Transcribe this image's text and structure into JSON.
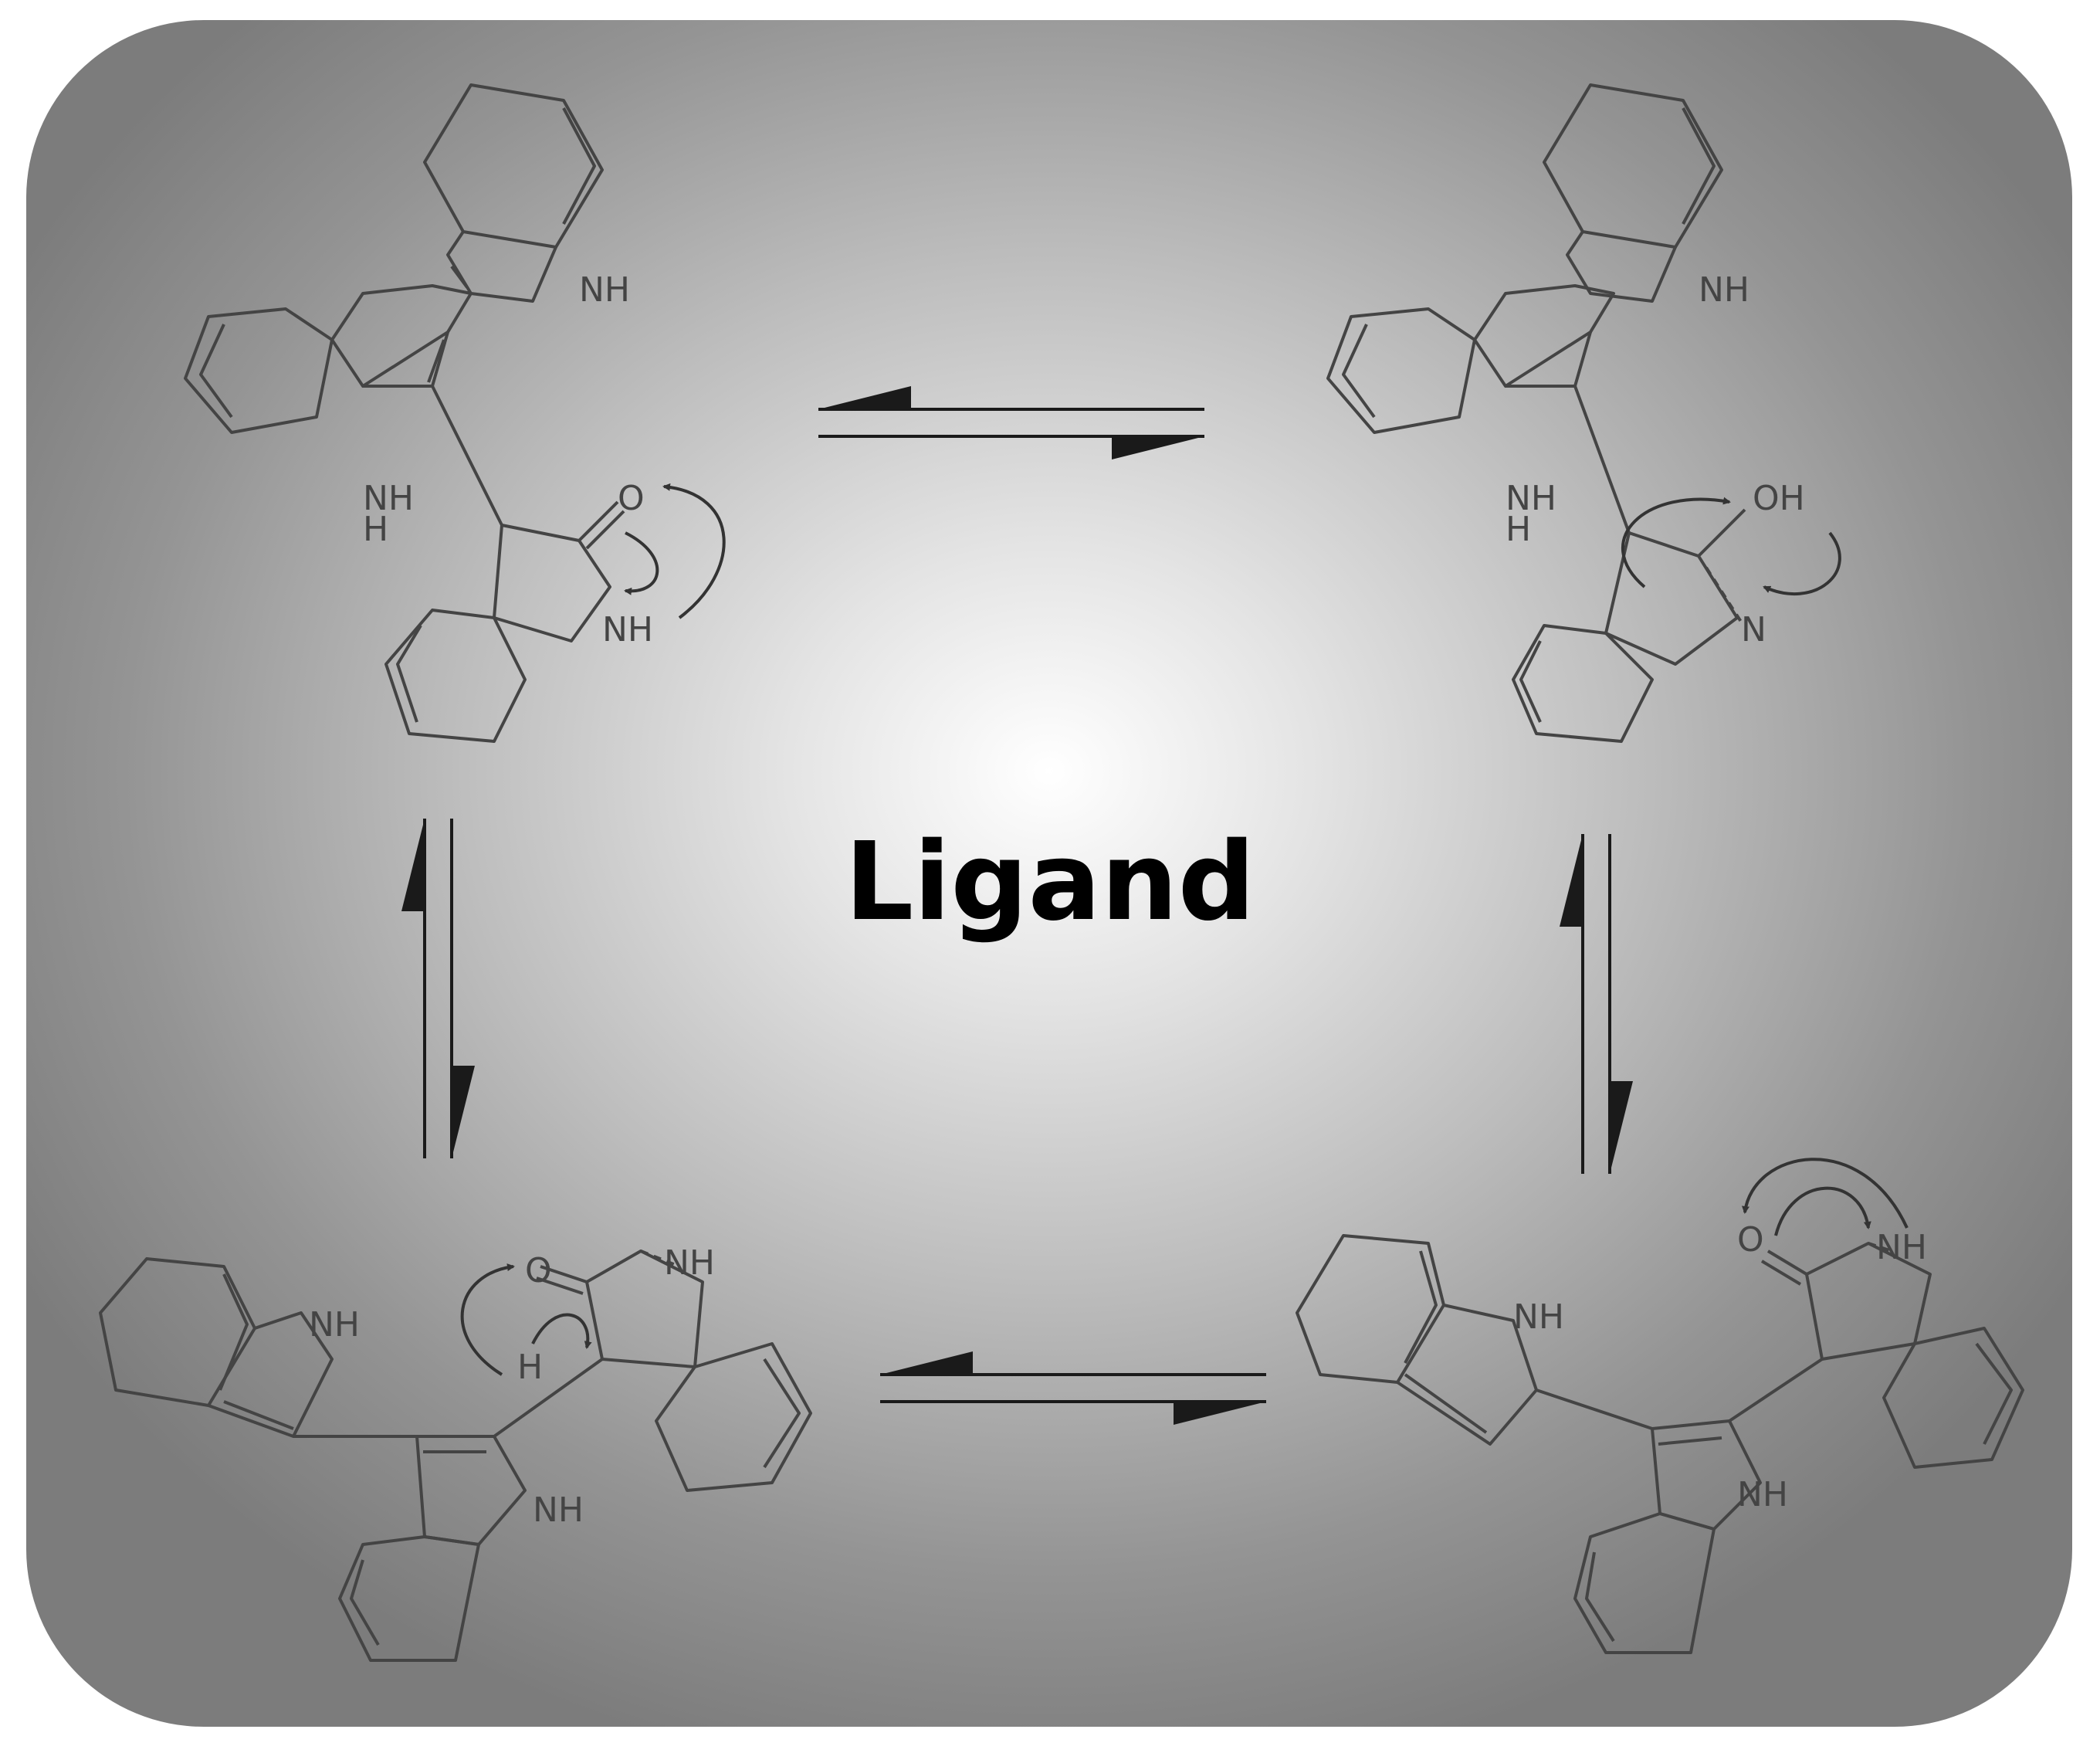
{
  "title": "Ligand",
  "atom_labels": {
    "NH": "NH",
    "H": "H",
    "O": "O",
    "OH": "OH",
    "N": "N"
  },
  "colors": {
    "bond": "#444444",
    "arrow": "#1a1a1a",
    "title": "#000000",
    "background_center": "#ffffff",
    "background_edge": "#7c7c7c"
  }
}
